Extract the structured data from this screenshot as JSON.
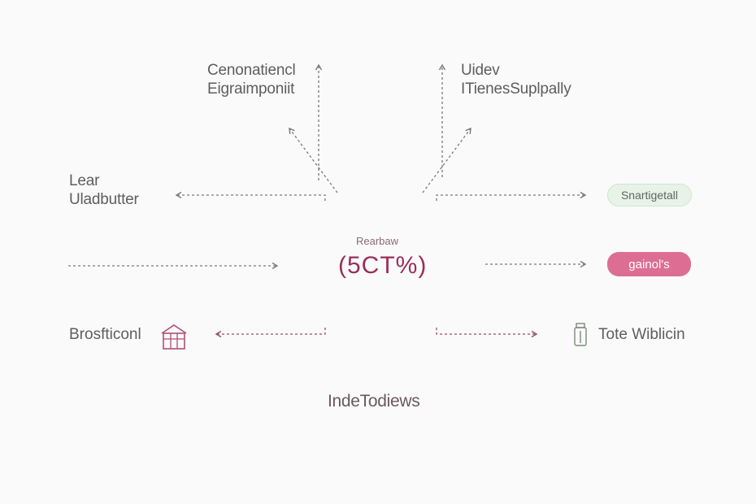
{
  "labels": {
    "top_left_line1": "Cenonatiencl",
    "top_left_line2": "Eigraimponiit",
    "top_right_line1": "Uidev",
    "top_right_line2": "ITienesSuplpally",
    "left_line1": "Lear",
    "left_line2": "Uladbutter",
    "bottom_left": "Brosfticonl",
    "bottom_right": "Tote Wiblicin"
  },
  "center": {
    "caption": "Rearbaw",
    "value": "(5CT%)"
  },
  "pills": {
    "green": "Snartigetall",
    "pink": "gainol's"
  },
  "footer": "IndeTodiews",
  "colors": {
    "accent_pink": "#dd6e93",
    "accent_dark_pink": "#9a2f5a",
    "pill_green_bg": "#e6f3e6",
    "arrow_gray": "#7a7a7a",
    "arrow_pink": "#9a4a68"
  },
  "icons": {
    "bottom_left": "building-icon",
    "bottom_right": "jar-icon"
  }
}
